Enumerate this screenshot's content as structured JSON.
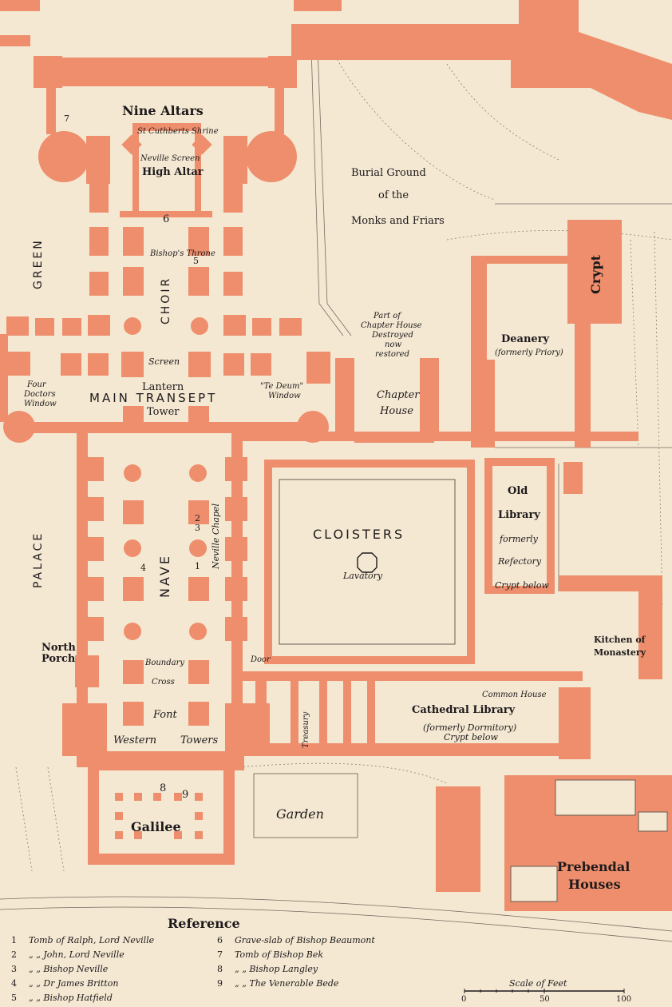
{
  "labels": {
    "nine_altars": "Nine Altars",
    "st_cuthberts_shrine": "St Cuthberts Shrine",
    "neville_screen": "Neville Screen",
    "high_altar": "High Altar",
    "num6": "6",
    "num7": "7",
    "bishops_throne": "Bishop's Throne",
    "num5": "5",
    "choir": "CHOIR",
    "screen": "Screen",
    "lantern": "Lantern",
    "main_transept": "MAIN TRANSEPT",
    "tower": "Tower",
    "four_doctors_window": [
      "Four",
      "Doctors",
      "Window"
    ],
    "te_deum_window": [
      "\"Te Deum\"",
      "Window"
    ],
    "green": "GREEN",
    "palace": "PALACE",
    "nave": "NAVE",
    "neville_chapel": "Neville Chapel",
    "num1": "1",
    "num2": "2",
    "num3": "3",
    "num4": "4",
    "north_porch": [
      "North",
      "Porch"
    ],
    "boundary_cross": [
      "Boundary",
      "Cross"
    ],
    "door": "Door",
    "font": "Font",
    "western_towers": [
      "Western",
      "Towers"
    ],
    "num8": "8",
    "num9": "9",
    "galilee": "Galilee",
    "garden": "Garden",
    "burial_ground": [
      "Burial Ground",
      "of the",
      "Monks and Friars"
    ],
    "chapter_house_part": [
      "Part of",
      "Chapter House",
      "Destroyed",
      "now",
      "restored"
    ],
    "chapter_house": [
      "Chapter",
      "House"
    ],
    "crypt": "Crypt",
    "deanery": "Deanery",
    "formerly_priory": "(formerly Priory)",
    "cloisters": "CLOISTERS",
    "lavatory": "Lavatory",
    "old_library": [
      "Old",
      "Library"
    ],
    "formerly": "formerly",
    "refectory": "Refectory",
    "crypt_below": "Crypt below",
    "kitchen": [
      "Kitchen of",
      "Monastery"
    ],
    "common_house": "Common House",
    "cathedral_library": "Cathedral Library",
    "formerly_dormitory": "(formerly Dormitory)",
    "treasury": "Treasury",
    "prebendal_houses": [
      "Prebendal",
      "Houses"
    ]
  },
  "reference": {
    "title": "Reference",
    "left": [
      {
        "num": "1",
        "text": "Tomb of Ralph, Lord Neville"
      },
      {
        "num": "2",
        "text": "„ „ John, Lord Neville"
      },
      {
        "num": "3",
        "text": "„ „ Bishop Neville"
      },
      {
        "num": "4",
        "text": "„ „ Dr James Britton"
      },
      {
        "num": "5",
        "text": "„ „ Bishop Hatfield"
      }
    ],
    "right": [
      {
        "num": "6",
        "text": "Grave-slab of Bishop Beaumont"
      },
      {
        "num": "7",
        "text": "Tomb of Bishop Bek"
      },
      {
        "num": "8",
        "text": "„ „ Bishop Langley"
      },
      {
        "num": "9",
        "text": "„ „ The Venerable Bede"
      }
    ]
  },
  "scale": {
    "title": "Scale of Feet",
    "ticks": [
      "0",
      "50",
      "100"
    ]
  },
  "colors": {
    "background": "#f4e8d2",
    "walls": "#ee8e6c",
    "text": "#1e1a1c"
  }
}
